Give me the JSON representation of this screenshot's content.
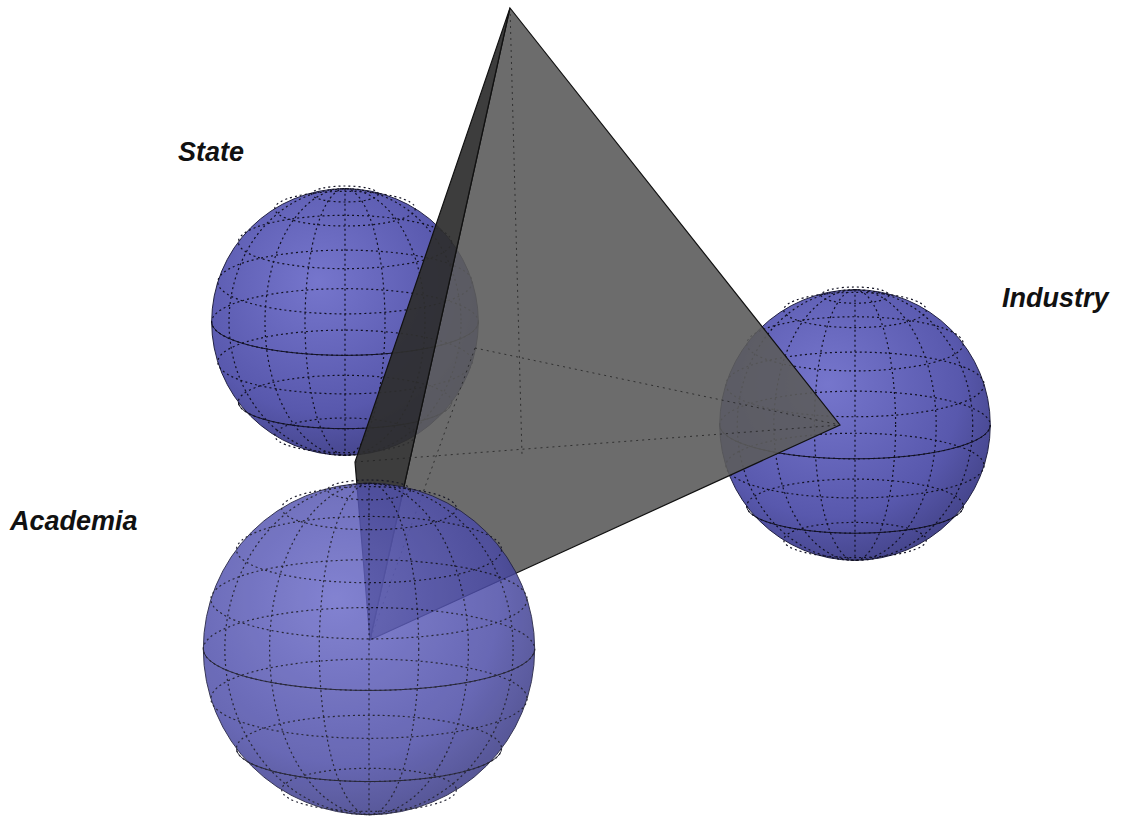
{
  "diagram": {
    "labels": [
      "State",
      "Industry",
      "Academia"
    ]
  }
}
